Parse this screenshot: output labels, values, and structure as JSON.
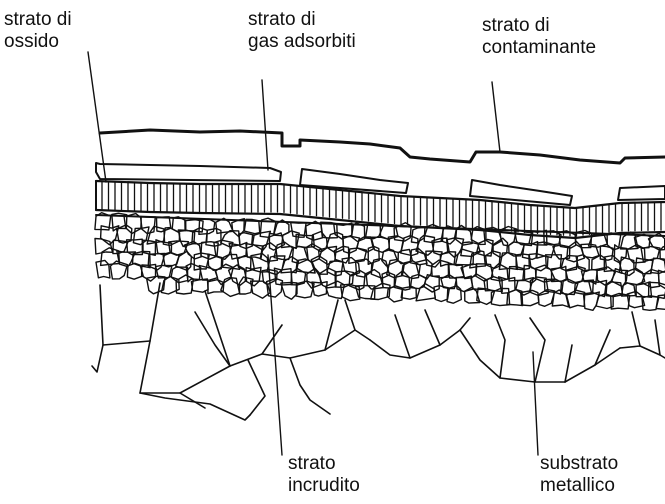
{
  "labels": {
    "ossido": {
      "line1": "strato di",
      "line2": "ossido"
    },
    "gas": {
      "line1": "strato di",
      "line2": "gas adsorbiti"
    },
    "contaminante": {
      "line1": "strato di",
      "line2": "contaminante"
    },
    "incrudito": {
      "line1": "strato",
      "line2": "incrudito"
    },
    "substrato": {
      "line1": "substrato",
      "line2": "metallico"
    }
  },
  "colors": {
    "ink": "#111111",
    "background": "#ffffff"
  }
}
